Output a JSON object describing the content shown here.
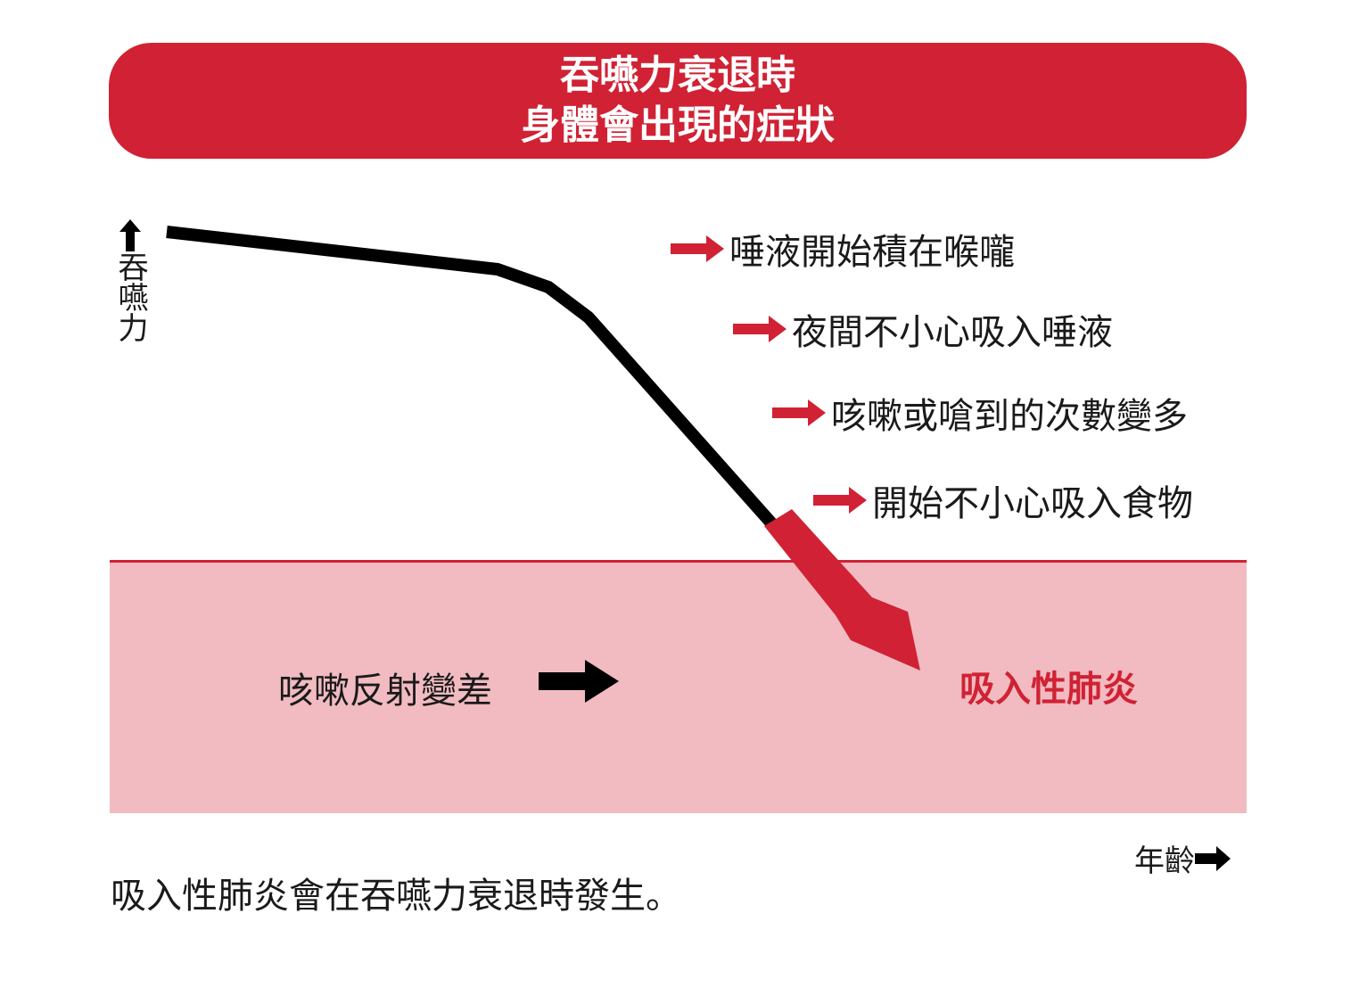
{
  "header": {
    "title_line1": "吞嚥力衰退時",
    "title_line2": "身體會出現的症狀"
  },
  "axes": {
    "y_label": "吞嚥力",
    "x_label": "年齡"
  },
  "symptoms": [
    {
      "label": "唾液開始積在喉嚨"
    },
    {
      "label": "夜間不小心吸入唾液"
    },
    {
      "label": "咳嗽或嗆到的次數變多"
    },
    {
      "label": "開始不小心吸入食物"
    }
  ],
  "zone": {
    "left_label": "咳嗽反射變差",
    "right_label": "吸入性肺炎"
  },
  "caption": "吸入性肺炎會在吞嚥力衰退時發生。",
  "colors": {
    "accent": "#d02234",
    "zone_fill": "#f1bbc1",
    "line": "#000000",
    "text": "#1a1a1a"
  },
  "icons": {
    "symptom_arrow": "red-right-arrow-icon",
    "axis_arrow": "black-arrow-icon"
  }
}
